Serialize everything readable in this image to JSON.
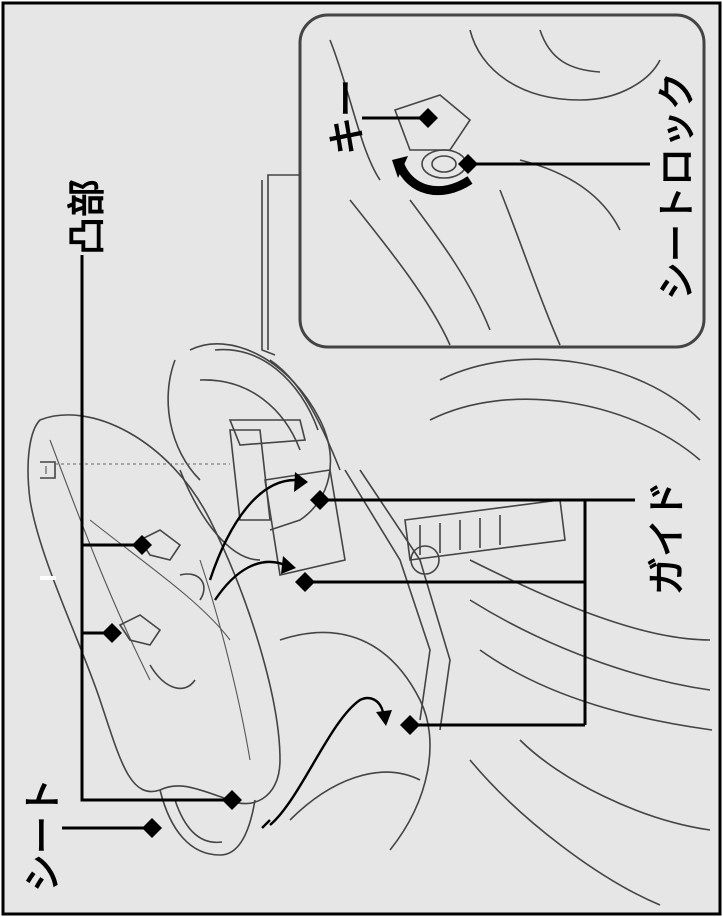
{
  "labels": {
    "seat": "シート",
    "protrusion": "凸部",
    "guide": "ガイド",
    "key": "キー",
    "seat_lock": "シートロック"
  }
}
